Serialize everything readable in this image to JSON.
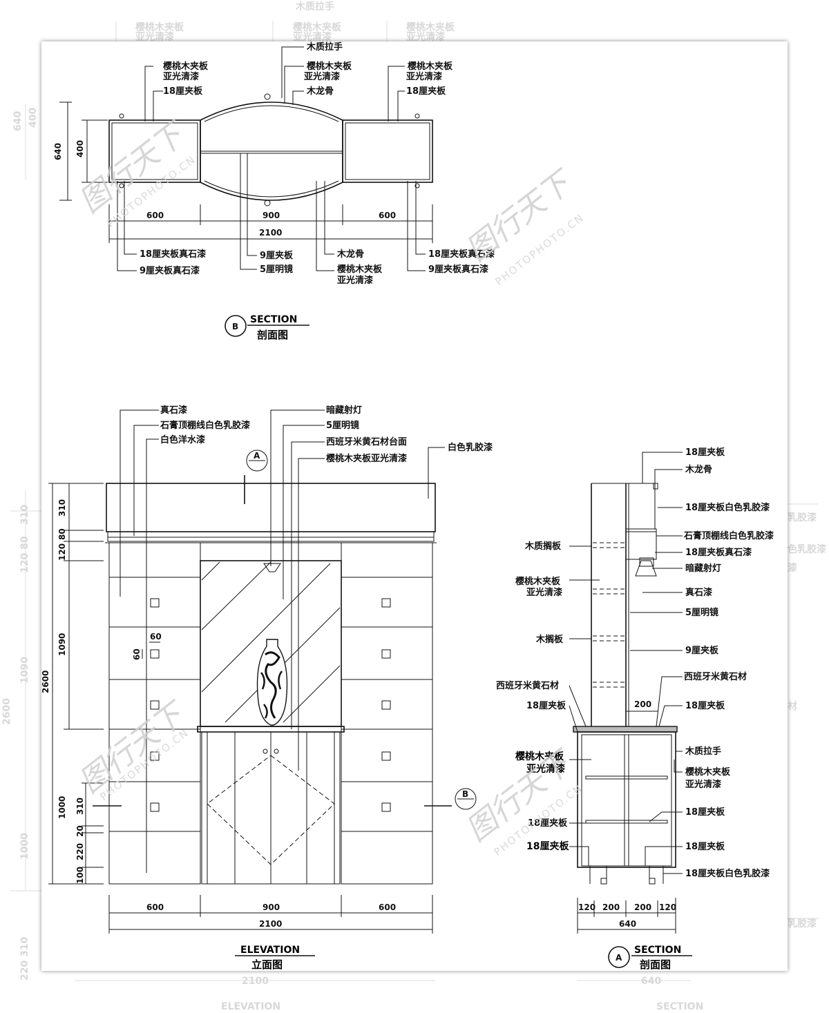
{
  "background_ghost": {
    "top": [
      "木质拉手",
      "樱桃木夹板",
      "亚光清漆",
      "樱桃木夹板",
      "亚光清漆",
      "樱桃木夹板",
      "亚光清漆"
    ],
    "left": [
      "640",
      "400",
      "310",
      "120 80",
      "1090",
      "2600",
      "1000",
      "220 310"
    ],
    "right": [
      "乳胶漆",
      "色乳胶漆",
      "漆",
      "材",
      "乳胶漆"
    ],
    "bottom": [
      "2100",
      "640",
      "ELEVATION",
      "SECTION"
    ]
  },
  "section_b": {
    "labels_top": {
      "handle": "木质拉手",
      "cherry_left_1": "樱桃木夹板",
      "cherry_left_2": "亚光清漆",
      "ply18_left": "18厘夹板",
      "cherry_mid_1": "樱桃木夹板",
      "cherry_mid_2": "亚光清漆",
      "keel_mid": "木龙骨",
      "cherry_right_1": "樱桃木夹板",
      "cherry_right_2": "亚光清漆",
      "ply18_right": "18厘夹板"
    },
    "labels_bottom": {
      "ply18_stone_l": "18厘夹板真石漆",
      "ply9_stone_l": "9厘夹板真石漆",
      "ply9": "9厘夹板",
      "mirror5": "5厘明镜",
      "keel": "木龙骨",
      "cherry_1": "樱桃木夹板",
      "cherry_2": "亚光清漆",
      "ply18_stone_r": "18厘夹板真石漆",
      "ply9_stone_r": "9厘夹板真石漆"
    },
    "dims": {
      "h640": "640",
      "h400": "400",
      "w600a": "600",
      "w900": "900",
      "w600b": "600",
      "total": "2100"
    },
    "title": {
      "tag": "B",
      "en": "SECTION",
      "cn": "剖面图"
    }
  },
  "elevation": {
    "labels": {
      "stone": "真石漆",
      "gypsum": "石膏顶棚线白色乳胶漆",
      "white_water": "白色洋水漆",
      "hidden_light": "暗藏射灯",
      "mirror5": "5厘明镜",
      "marble_top": "西班牙米黄石材台面",
      "cherry_matte": "樱桃木夹板亚光清漆",
      "white_latex": "白色乳胶漆"
    },
    "dims_left": {
      "d310a": "310",
      "d120": "120",
      "d80": "80",
      "d1090": "1090",
      "d2600": "2600",
      "d1000": "1000",
      "d310b": "310",
      "d20": "20",
      "d220": "220",
      "d100": "100"
    },
    "dims_inner": {
      "w60": "60",
      "h60": "60"
    },
    "dims_bottom": {
      "w600a": "600",
      "w900": "900",
      "w600b": "600",
      "total": "2100"
    },
    "markers": {
      "a_tag": "A",
      "b_tag": "B"
    },
    "title": {
      "en": "ELEVATION",
      "cn": "立面图"
    }
  },
  "section_a": {
    "labels_right": {
      "ply18": "18厘夹板",
      "keel": "木龙骨",
      "ply18_white": "18厘夹板白色乳胶漆",
      "gypsum": "石膏顶棚线白色乳胶漆",
      "ply18_stone": "18厘夹板真石漆",
      "hidden_light": "暗藏射灯",
      "stone": "真石漆",
      "mirror5": "5厘明镜",
      "ply9": "9厘夹板",
      "marble": "西班牙米黄石材",
      "ply18_b": "18厘夹板",
      "handle": "木质拉手",
      "cherry_1": "樱桃木夹板",
      "cherry_2": "亚光清漆",
      "ply18_c": "18厘夹板",
      "ply18_d": "18厘夹板",
      "ply18_white_b": "18厘夹板白色乳胶漆"
    },
    "labels_left": {
      "shelf_wood": "木质搁板",
      "cherry_1": "樱桃木夹板",
      "cherry_2": "亚光清漆",
      "shelf": "木搁板",
      "marble": "西班牙米黄石材",
      "ply18": "18厘夹板",
      "cherry_big_1": "樱桃木夹板",
      "cherry_big_2": "亚光清漆",
      "ply18_b": "18厘夹板",
      "ply18_c": "18厘夹板"
    },
    "dims": {
      "inner200": "200",
      "w120a": "120",
      "w200a": "200",
      "w200b": "200",
      "w120b": "120",
      "total": "640"
    },
    "title": {
      "tag": "A",
      "en": "SECTION",
      "cn": "剖面图"
    }
  },
  "watermark": {
    "logo": "图行天下",
    "url": "PHOTOPHOTO.CN"
  }
}
